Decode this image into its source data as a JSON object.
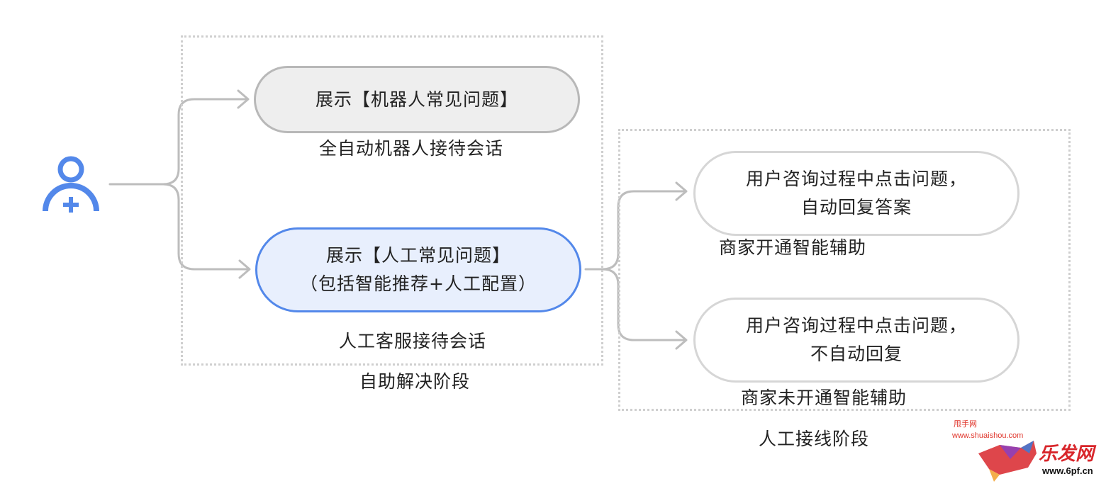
{
  "stages": {
    "self_service": {
      "label": "自助解决阶段",
      "options": [
        {
          "lines": [
            "展示【机器人常见问题】"
          ],
          "caption": "全自动机器人接待会话",
          "style": "gray"
        },
        {
          "lines": [
            "展示【人工常见问题】",
            "（包括智能推荐+人工配置）"
          ],
          "caption": "人工客服接待会话",
          "style": "blue"
        }
      ]
    },
    "human": {
      "label": "人工接线阶段",
      "options": [
        {
          "lines": [
            "用户咨询过程中点击问题，",
            "自动回复答案"
          ],
          "caption": "商家开通智能辅助",
          "style": "white"
        },
        {
          "lines": [
            "用户咨询过程中点击问题，",
            "不自动回复"
          ],
          "caption": "商家未开通智能辅助",
          "style": "white"
        }
      ]
    }
  },
  "user_icon": "user-add-icon",
  "colors": {
    "accent": "#5388ea",
    "accent_fill": "#e8effd",
    "connector": "#bdbdbd",
    "dotted_border": "#cfcfcf",
    "gray_fill": "#eeeeee"
  },
  "watermarks": {
    "site_name": "甩手网",
    "site_url": "www.shuaishou.com",
    "brand": "乐发网",
    "brand_url": "www.6pf.cn"
  }
}
